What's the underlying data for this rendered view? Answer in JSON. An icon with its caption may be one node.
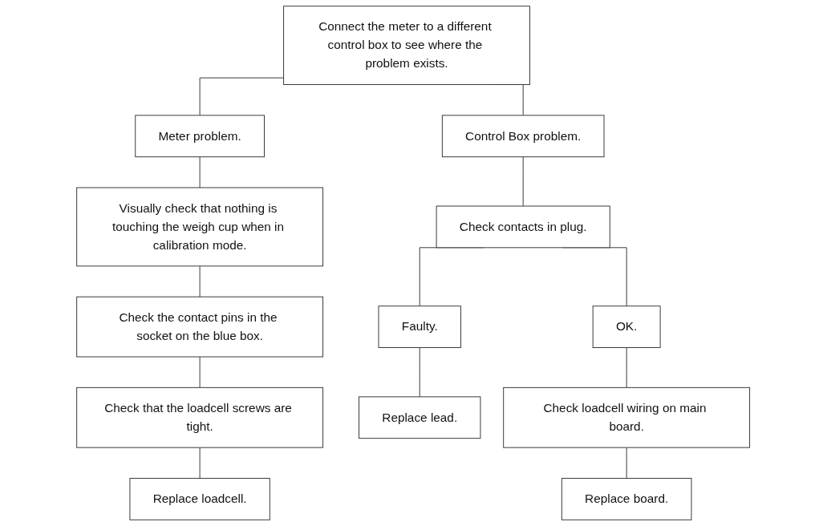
{
  "diagram": {
    "nodes": [
      {
        "text": [
          "Connect the meter to a different control box to see where the problem exists."
        ]
      },
      {
        "text": [
          "Meter problem."
        ]
      },
      {
        "text": [
          "Control Box problem."
        ]
      },
      {
        "text": [
          "Visually check that nothing is touching the weigh cup when in calibration mode."
        ]
      },
      {
        "text": [
          "Check the contact pins in the socket on the blue box."
        ]
      },
      {
        "text": [
          "Check that the loadcell screws are tight."
        ]
      },
      {
        "text": [
          "Replace loadcell."
        ]
      },
      {
        "text": [
          "Check contacts in plug."
        ]
      },
      {
        "text": [
          "Faulty."
        ]
      },
      {
        "text": [
          "OK."
        ]
      },
      {
        "text": [
          "Replace lead."
        ]
      },
      {
        "text": [
          "Check loadcell wiring on main board."
        ]
      },
      {
        "text": [
          "Replace board."
        ]
      }
    ],
    "edges": [
      {
        "from": 0,
        "to": 1,
        "arrow": "none"
      },
      {
        "from": 0,
        "to": 2,
        "arrow": "none"
      },
      {
        "from": 1,
        "to": 3,
        "arrow": "none"
      },
      {
        "from": 3,
        "to": 4,
        "arrow": "none"
      },
      {
        "from": 4,
        "to": 5,
        "arrow": "none"
      },
      {
        "from": 5,
        "to": 6,
        "arrow": "none"
      },
      {
        "from": 2,
        "to": 7,
        "arrow": "none"
      },
      {
        "from": 7,
        "to": 8,
        "arrow": "none"
      },
      {
        "from": 7,
        "to": 9,
        "arrow": "none"
      },
      {
        "from": 8,
        "to": 10,
        "arrow": "none"
      },
      {
        "from": 9,
        "to": 11,
        "arrow": "none"
      },
      {
        "from": 11,
        "to": 12,
        "arrow": "none"
      }
    ]
  }
}
